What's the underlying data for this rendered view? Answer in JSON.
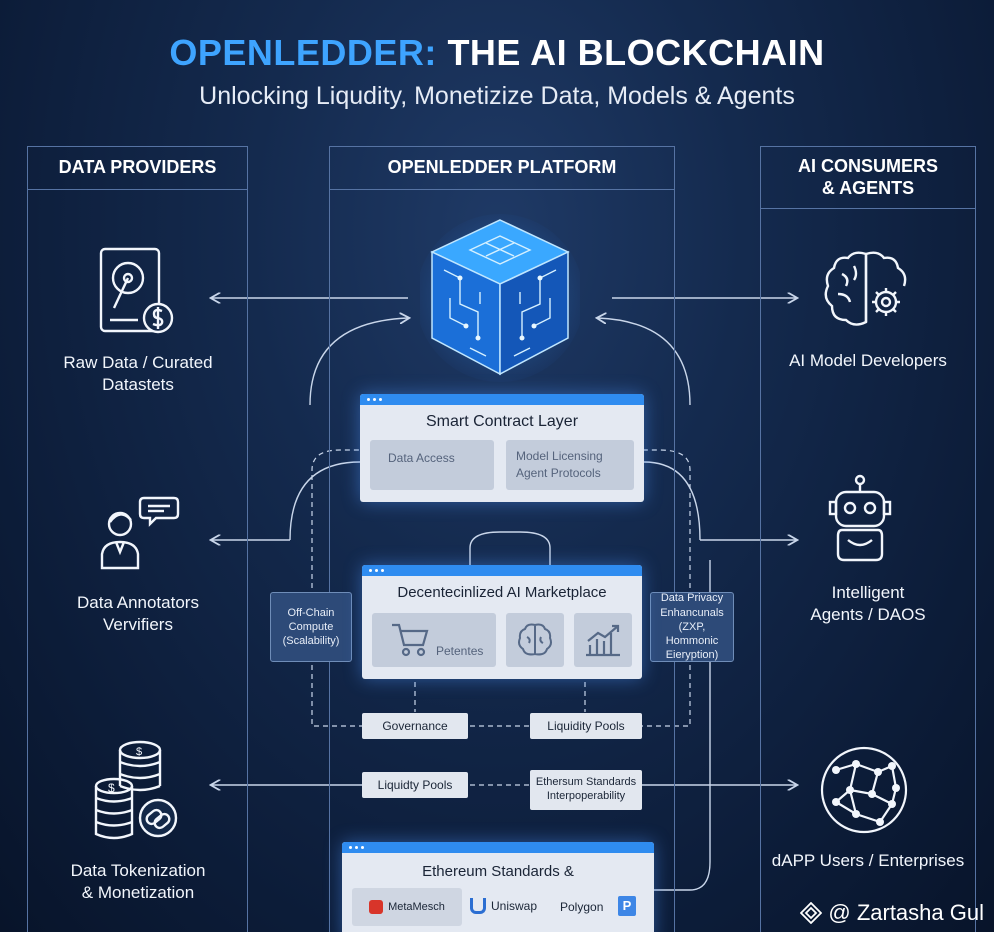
{
  "header": {
    "title_accent": "OPENLEDDER:",
    "title_rest": "THE AI BLOCKCHAIN",
    "subtitle": "Unlocking Liqudity, Monetizize Data, Models & Agents"
  },
  "columns": {
    "left": {
      "title": "DATA PROVIDERS"
    },
    "center": {
      "title": "OPENLEDDER PLATFORM"
    },
    "right": {
      "title": "AI CONSUMERS\n& AGENTS"
    }
  },
  "left_items": [
    {
      "label": "Raw Data / Curated\nDatastets",
      "icon": "hard-drive-dollar-icon"
    },
    {
      "label": "Data Annotators\nVervifiers",
      "icon": "annotator-person-icon"
    },
    {
      "label": "Data Tokenization\n& Monetization",
      "icon": "coin-stack-icon"
    }
  ],
  "right_items": [
    {
      "label": "AI Model Developers",
      "icon": "brain-gear-icon"
    },
    {
      "label": "Intelligent\nAgents / DAOS",
      "icon": "robot-icon"
    },
    {
      "label": "dAPP Users / Enterprises",
      "icon": "globe-network-icon"
    }
  ],
  "platform": {
    "core_icon": "blockchain-cube-icon",
    "smart_contract": {
      "title": "Smart Contract Layer",
      "chips": [
        "Data Access",
        "Model Licensing\nAgent Protocols"
      ]
    },
    "marketplace": {
      "title": "Decentecinlized AI Marketplace",
      "chip_label": "Petentes",
      "icons": [
        "shopping-cart-icon",
        "brain-icon",
        "bar-chart-icon"
      ]
    },
    "side_left": "Off-Chain\nCompute\n(Scalability)",
    "side_right": "Data Privacy\nEnhancunals\n(ZXP, Hommonic\nEieryption)",
    "governance": "Governance",
    "liquidity_pools_top": "Liquidity Pools",
    "liquidity_pools_bottom": "Liquidty Pools",
    "ethereum_standards": "Ethersum Standards\nInterpoperability",
    "bottom_card": {
      "title": "Ethereum Standards &",
      "logos": [
        "MetaMesch",
        "Uniswap",
        "Polygon"
      ]
    }
  },
  "watermark": "@ Zartasha Gul",
  "colors": {
    "accent": "#3ea4ff",
    "card_bar": "#2f8cf0",
    "background": "#132848"
  }
}
